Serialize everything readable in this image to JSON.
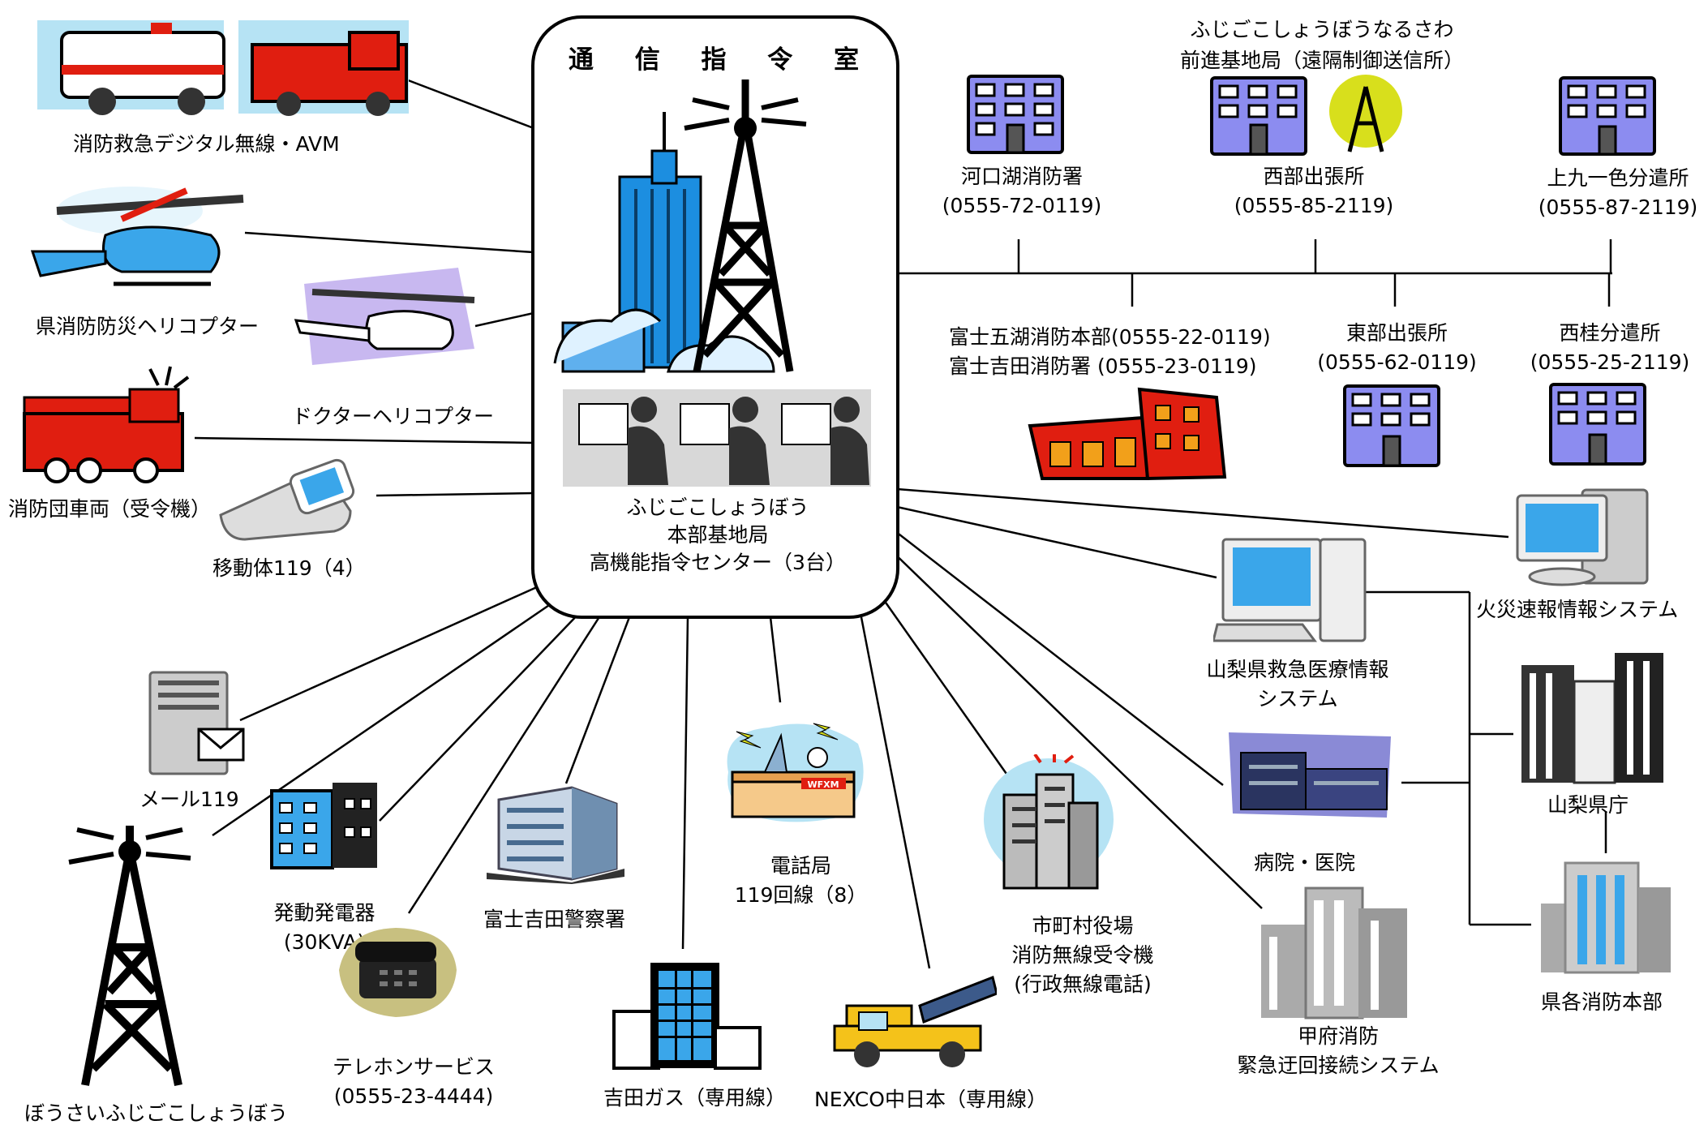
{
  "center": {
    "title": "通 信 指 令 室",
    "line1": "ふじごこしょうぼう",
    "line2": "本部基地局",
    "line3": "高機能指令センター（3台）"
  },
  "left_nodes": {
    "avm": "消防救急デジタル無線・AVM",
    "pref_heli": "県消防防災ヘリコプター",
    "doctor_heli": "ドクターヘリコプター",
    "fire_corps": "消防団車両（受令機）",
    "mobile119": "移動体119（4）"
  },
  "stations": {
    "kawaguchiko": {
      "name": "河口湖消防署",
      "tel": "(0555-72-0119)"
    },
    "seibu": {
      "pre": "ふじごこしょうぼうなるさわ",
      "pre2": "前進基地局（遠隔制御送信所）",
      "name": "西部出張所",
      "tel": "(0555-85-2119)"
    },
    "kamikuisshiki": {
      "name": "上九一色分遣所",
      "tel": "(0555-87-2119)"
    },
    "honbu": {
      "line1": "富士五湖消防本部(0555-22-0119)",
      "line2": "富士吉田消防署  (0555-23-0119)"
    },
    "tobu": {
      "name": "東部出張所",
      "tel": "(0555-62-0119)"
    },
    "saikei": {
      "name": "西桂分遣所",
      "tel": "(0555-25-2119)"
    }
  },
  "right_nodes": {
    "fire_report": "火災速報情報システム",
    "emergency_med_1": "山梨県救急医療情報",
    "emergency_med_2": "システム",
    "pref_office": "山梨県庁",
    "hospital": "病院・医院",
    "fire_hq": "県各消防本部",
    "kofu_1": "甲府消防",
    "kofu_2": "緊急迂回接続システム"
  },
  "bottom_nodes": {
    "mail119": "メール119",
    "generator_1": "発動発電器",
    "generator_2": "(30KVA)",
    "police": "富士吉田警察署",
    "telephone_office_1": "電話局",
    "telephone_office_2": "119回線（8）",
    "municipal_1": "市町村役場",
    "municipal_2": "消防無線受令機",
    "municipal_3": "(行政無線電話)",
    "telephone_service_1": "テレホンサービス",
    "telephone_service_2": "(0555-23-4444)",
    "gas": "吉田ガス（専用線）",
    "nexco": "NEXCO中日本（専用線）",
    "bosai": "ぼうさいふじごこしょうぼう"
  },
  "misc": {
    "radio_sign": "WFXM"
  },
  "colors": {
    "line": "#000000",
    "building_purple": "#8c8cf0",
    "fire_red": "#e01e10",
    "sky_blue": "#3aa6ea"
  }
}
